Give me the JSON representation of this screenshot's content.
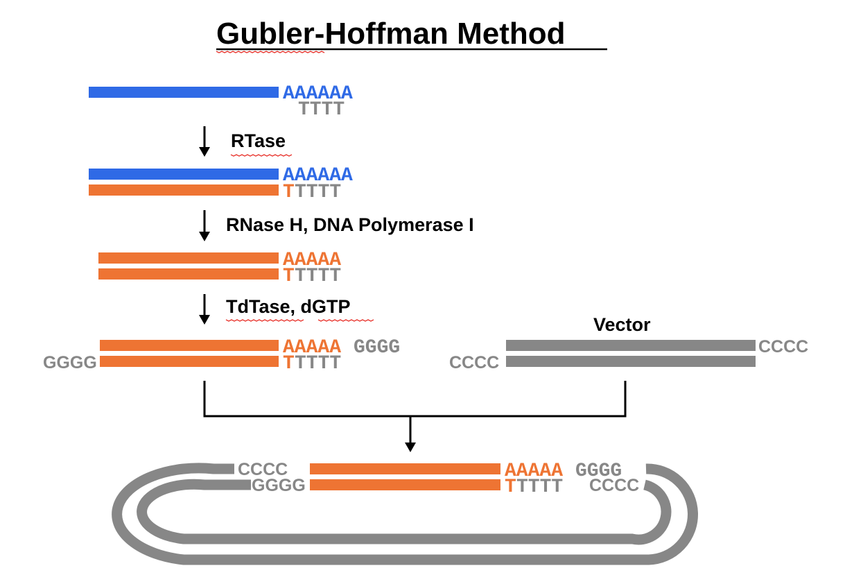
{
  "title": "Gubler-Hoffman Method",
  "colors": {
    "rna": "#2f6ae6",
    "dna": "#ee7433",
    "gray": "#878787",
    "text": "#000000",
    "spellcheck": "#e8362f"
  },
  "steps": {
    "step1": "RTase",
    "step2": "RNase H, DNA Polymerase I",
    "step3": "TdTase, dGTP"
  },
  "vector_label": "Vector",
  "sequences": {
    "polyA6": "AAAAAA",
    "polyT4": "TTTT",
    "polyA5": "AAAAA",
    "t_first": "T",
    "t_rest": "TTTT",
    "g4": "GGGG",
    "c4": "CCCC"
  }
}
